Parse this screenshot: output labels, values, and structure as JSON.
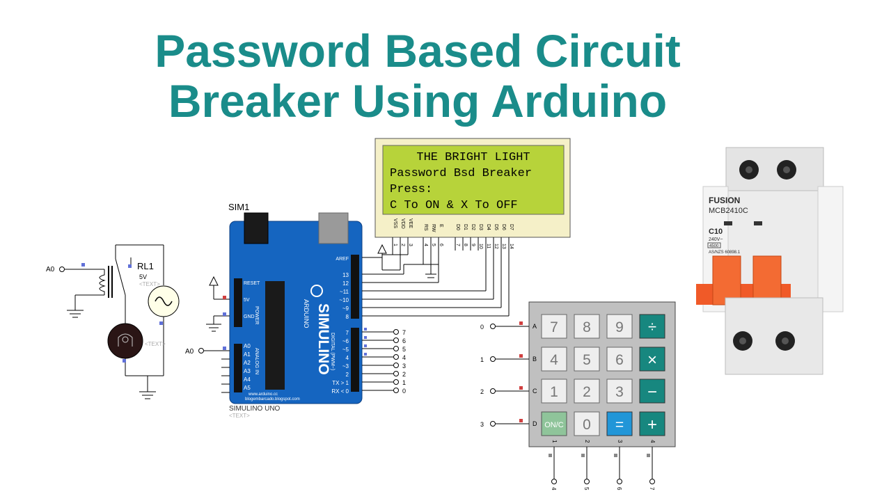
{
  "title": {
    "line1": "Password Based Circuit",
    "line2": "Breaker Using Arduino"
  },
  "lcd": {
    "lines": [
      "THE BRIGHT LIGHT",
      "Password Bsd Breaker",
      "Press:",
      "C To ON & X To OFF"
    ],
    "pins": [
      "VSS",
      "VDD",
      "VEE",
      "RS",
      "RW",
      "E",
      "D0",
      "D1",
      "D2",
      "D3",
      "D4",
      "D5",
      "D6",
      "D7"
    ],
    "pin_numbers": [
      "1",
      "2",
      "3",
      "4",
      "5",
      "6",
      "7",
      "8",
      "9",
      "10",
      "11",
      "12",
      "13",
      "14"
    ]
  },
  "relay": {
    "label": "RL1",
    "voltage": "5V",
    "text_tag": "<TEXT>",
    "input": "A0"
  },
  "lamp": {
    "text_tag": "<TEXT>"
  },
  "arduino": {
    "ref": "SIM1",
    "name": "SIMULINO UNO",
    "text_tag": "<TEXT>",
    "logo": "SIMULINO",
    "brand": "ARDUINO",
    "left_pins": [
      "RESET",
      "5V",
      "GND"
    ],
    "analog_pins": [
      "A0",
      "A1",
      "A2",
      "A3",
      "A4",
      "A5"
    ],
    "analog_label": "ANALOG IN",
    "power_label": "POWER",
    "aref": "AREF",
    "digital_label": "DIGITAL (PWM~)",
    "digital_pins": [
      "13",
      "12",
      "~11",
      "~10",
      "~9",
      "8",
      "7",
      "~6",
      "~5",
      "4",
      "~3",
      "2",
      "TX > 1",
      "RX < 0"
    ],
    "a0_input": "A0",
    "url1": "www.arduino.cc",
    "url2": "blogembarcado.blogspot.com",
    "outputs": [
      "7",
      "6",
      "5",
      "4",
      "3",
      "2",
      "1",
      "0"
    ]
  },
  "keypad": {
    "row_labels": [
      "A",
      "B",
      "C",
      "D"
    ],
    "row_nets": [
      "0",
      "1",
      "2",
      "3"
    ],
    "col_labels": [
      "1",
      "2",
      "3",
      "4"
    ],
    "col_nets": [
      "4",
      "5",
      "6",
      "7"
    ],
    "keys": [
      "7",
      "8",
      "9",
      "÷",
      "4",
      "5",
      "6",
      "×",
      "1",
      "2",
      "3",
      "−",
      "ON/C",
      "0",
      "=",
      "+"
    ]
  },
  "breaker": {
    "brand": "FUSION",
    "model": "MCB2410C",
    "rating": "C10",
    "voltage": "240V~",
    "capacity": "4500",
    "standard": "AS/NZS 60898.1"
  },
  "colors": {
    "title": "#1a8c8a",
    "board": "#1565c0",
    "lcd_bg": "#b7d33a",
    "breaker_toggle": "#f05a28",
    "keypad_dark": "#17877f"
  }
}
